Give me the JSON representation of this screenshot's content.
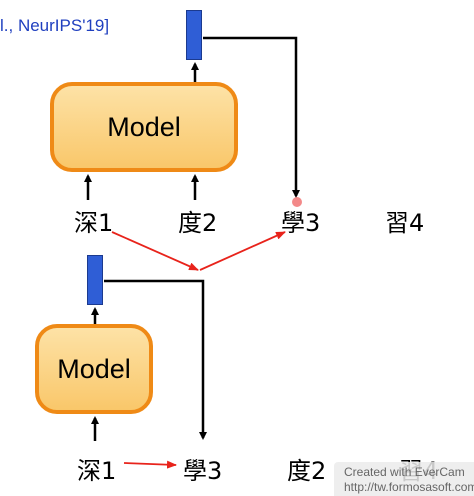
{
  "citation": "l., NeurIPS'19]",
  "top_diagram": {
    "model_label": "Model",
    "tokens": [
      "深1",
      "度2",
      "學3",
      "習4"
    ]
  },
  "bottom_diagram": {
    "model_label": "Model",
    "tokens": [
      "深1",
      "學3",
      "度2",
      "習4"
    ]
  },
  "watermark": {
    "line1": "Created with EverCam",
    "line2": "http://tw.formosasoft.com"
  },
  "colors": {
    "model_fill": "#f9c76a",
    "model_border": "#ef8a16",
    "vector": "#2f5ed6",
    "citation_text": "#1f3fbf",
    "annotation_arrow": "#e8231b"
  }
}
